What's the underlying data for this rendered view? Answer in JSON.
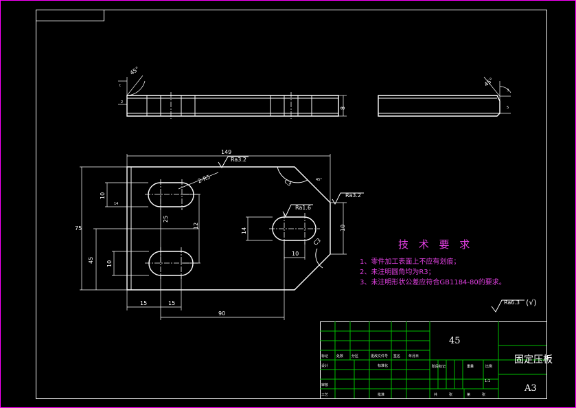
{
  "colors": {
    "background": "#000000",
    "lines": "#ffffff",
    "notes": "#e040e0",
    "title_grid": "#00c000",
    "border": "#ff00ff"
  },
  "dimensions": {
    "width_149": "149",
    "chamfer_45": "45°",
    "slot_r": "2-R5",
    "len_90": "90",
    "d15_a": "15",
    "d15_b": "15",
    "h14": "14",
    "h12": "12",
    "h25": "25",
    "total_h": "75",
    "h45": "45",
    "s10a": "10",
    "s10b": "10",
    "s10c": "10",
    "s14": "14",
    "w10": "10",
    "c3a": "C3",
    "c3b": "C3",
    "top_angle_l": "45°",
    "top_angle_r": "45°",
    "top_t": "t",
    "top_2": "2",
    "top_3": "3",
    "top_8": "8",
    "top_5": "5"
  },
  "roughness": {
    "top": "Ra3.2",
    "right": "Ra3.2",
    "slot": "Ra1.6",
    "general": "Ra6.3",
    "general_paren": "(√)"
  },
  "tech_requirements": {
    "title": "技 术 要 求",
    "items": [
      "1、零件加工表面上不应有划痕；",
      "2、未注明圆角均为R3；",
      "3、未注明形状公差应符合GB1184-80的要求。"
    ]
  },
  "title_block": {
    "material": "45",
    "part_name": "固定压板",
    "sheet_size": "A3",
    "scale": "1:1",
    "labels": {
      "biaoji": "标记",
      "chushu": "处数",
      "fenqu": "分区",
      "wenjian": "更改文件号",
      "qianming": "签名",
      "riqi": "年月日",
      "sheji": "设计",
      "biaozhunhua": "标准化",
      "shenhe": "审核",
      "gongyi": "工艺",
      "pizhun": "批准",
      "jieduan": "阶段标记",
      "zhongliang": "重量",
      "bili": "比例",
      "gong": "共",
      "zhang1": "张",
      "di": "第",
      "zhang2": "张"
    }
  }
}
